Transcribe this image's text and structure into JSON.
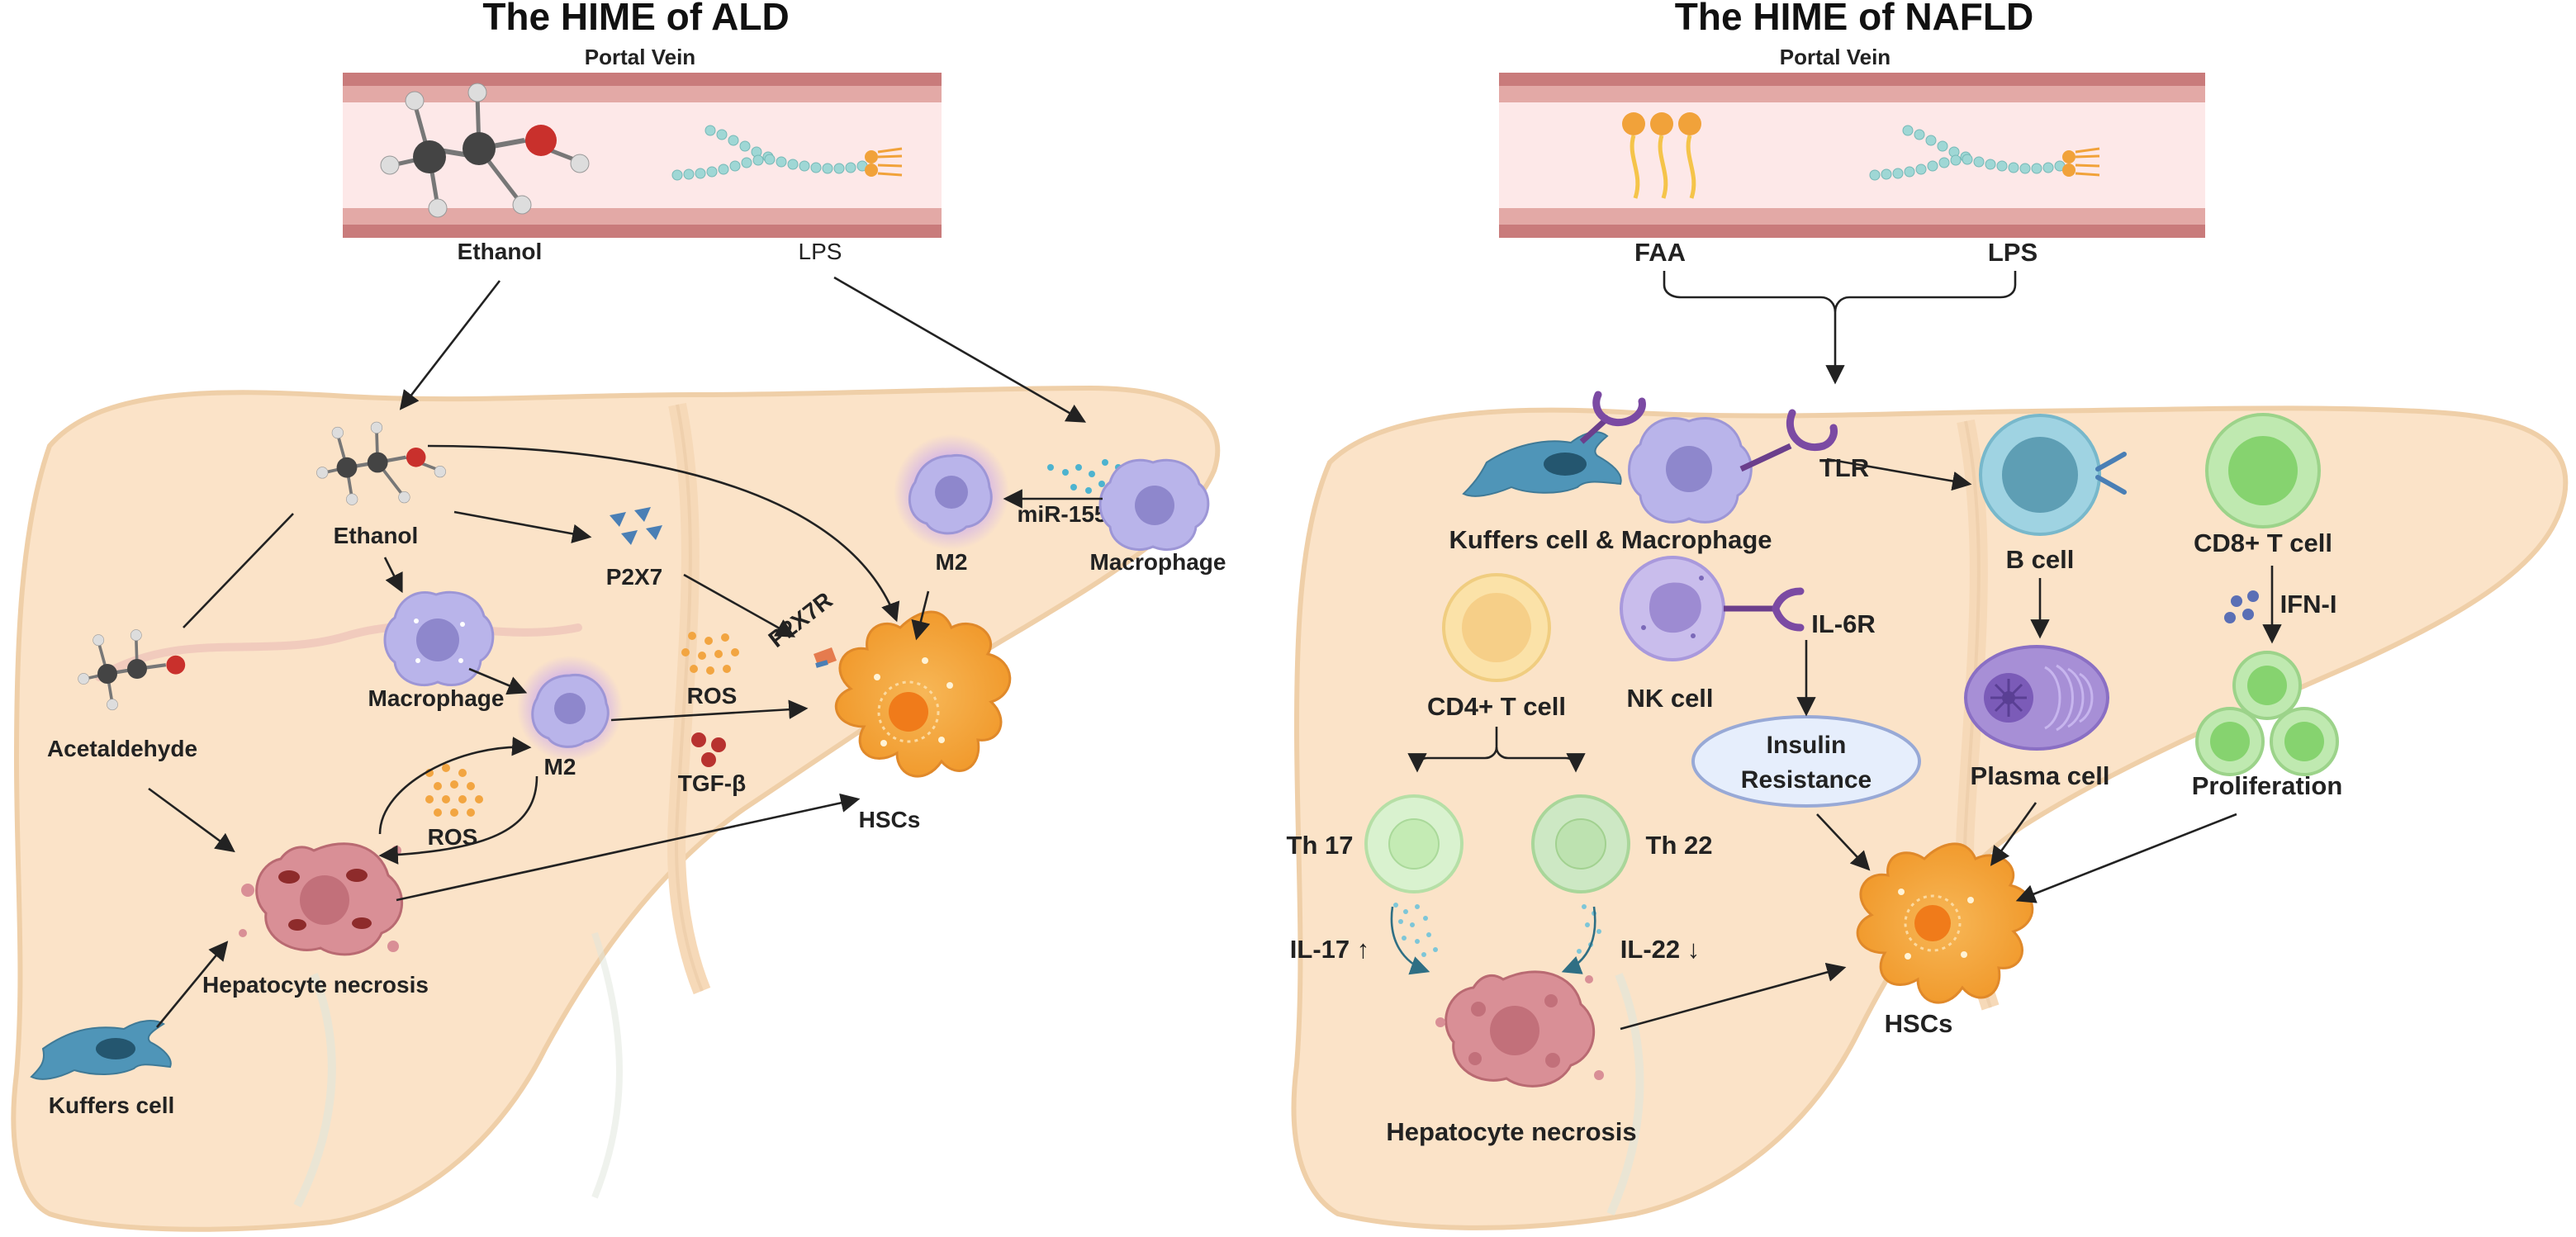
{
  "titles": {
    "left": "The HIME of ALD",
    "right": "The HIME of NAFLD"
  },
  "ald": {
    "portal_vein": "Portal Vein",
    "ethanol_vessel": "Ethanol",
    "lps": "LPS",
    "ethanol": "Ethanol",
    "acetaldehyde": "Acetaldehyde",
    "macrophage_left": "Macrophage",
    "m2_center": "M2",
    "ros_center": "ROS",
    "hepatocyte_necrosis": "Hepatocyte necrosis",
    "kuffers_cell": "Kuffers cell",
    "p2x7": "P2X7",
    "p2x7r": "P2X7R",
    "ros_mid": "ROS",
    "tgf_beta": "TGF-β",
    "m2_right": "M2",
    "mir155": "miR-155",
    "macrophage_right": "Macrophage",
    "hscs": "HSCs"
  },
  "nafld": {
    "portal_vein": "Portal Vein",
    "faa": "FAA",
    "lps": "LPS",
    "kuffers_macrophage": "Kuffers cell & Macrophage",
    "tlr": "TLR",
    "b_cell": "B cell",
    "cd8_t_cell": "CD8+ T cell",
    "ifn_i": "IFN-I",
    "plasma_cell": "Plasma cell",
    "proliferation": "Proliferation",
    "cd4_t_cell": "CD4+ T cell",
    "nk_cell": "NK cell",
    "il6r": "IL-6R",
    "insulin_resistance_1": "Insulin",
    "insulin_resistance_2": "Resistance",
    "th17": "Th 17",
    "th22": "Th 22",
    "il17": "IL-17 ↑",
    "il22": "IL-22 ↓",
    "hepatocyte_necrosis": "Hepatocyte necrosis",
    "hscs": "HSCs"
  },
  "colors": {
    "liver": "#fbe3c8",
    "liver_edge": "#efcfa8",
    "vessel_wall": "#c97b7b",
    "vessel_lumen": "#fde8e8",
    "macrophage": "#b9b4ea",
    "kupffer": "#4f95b8",
    "hsc": "#f4a43a",
    "necrosis": "#d98f96",
    "b_cell": "#9fd3e2",
    "t_cell_green": "#bfe9b0",
    "cd4_yellow": "#fbe2a8",
    "nk": "#c9bdec",
    "plasma": "#a78fd6"
  }
}
